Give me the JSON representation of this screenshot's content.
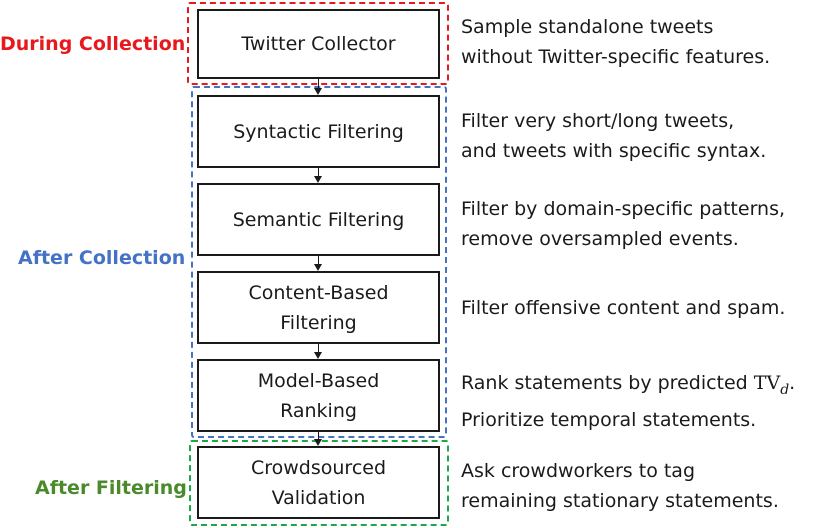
{
  "stages": {
    "during": {
      "label": "During Collection",
      "color": "#e8191d"
    },
    "after_collection": {
      "label": "After Collection",
      "color": "#4472c4"
    },
    "after_filtering": {
      "label": "After Filtering",
      "color": "#4a8a2a"
    }
  },
  "group_border_colors": {
    "during": "#e8191d",
    "after_collection": "#4472c4",
    "after_filtering": "#1aa84a"
  },
  "steps": [
    {
      "label": "Twitter Collector",
      "desc": [
        "Sample standalone tweets",
        "without Twitter-specific features."
      ]
    },
    {
      "label": "Syntactic Filtering",
      "desc": [
        "Filter very short/long tweets,",
        "and tweets with specific syntax."
      ]
    },
    {
      "label": "Semantic Filtering",
      "desc": [
        "Filter by domain-specific patterns,",
        "remove oversampled events."
      ]
    },
    {
      "label": "Content-Based\nFiltering",
      "desc": [
        "Filter offensive content and spam."
      ]
    },
    {
      "label": "Model-Based\nRanking",
      "desc": [
        "Rank statements by predicted",
        "Prioritize temporal statements."
      ],
      "math": {
        "base": "TV",
        "sub": "d",
        "trail": "."
      }
    },
    {
      "label": "Crowdsourced\nValidation",
      "desc": [
        "Ask crowdworkers to tag",
        "remaining stationary statements."
      ]
    }
  ]
}
